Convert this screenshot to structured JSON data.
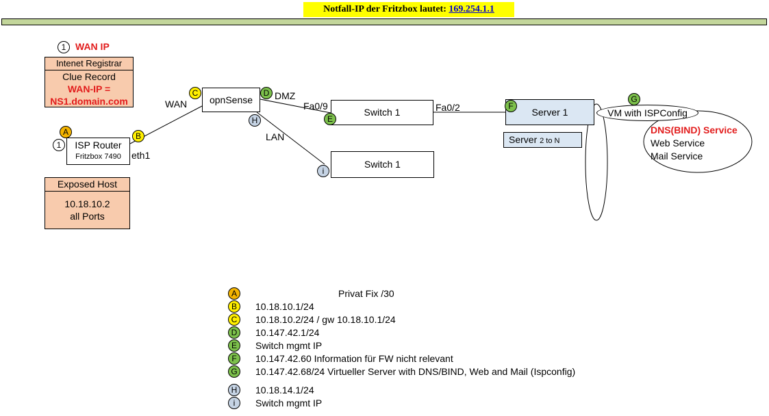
{
  "header": {
    "title_prefix": "Notfall-IP der Fritzbox  lautet: ",
    "ip_link": "169.254.1.1"
  },
  "wan_ip": {
    "badge": "1",
    "label": "WAN IP"
  },
  "registrar": {
    "title": "Intenet Registrar",
    "line1": "Clue Record",
    "line2": "WAN-IP =",
    "line3": "NS1.domain.com"
  },
  "isp_router": {
    "badge": "1",
    "name": "ISP Router",
    "model": "Fritzbox 7490",
    "port": "eth1"
  },
  "exposed_host": {
    "title": "Exposed Host",
    "ip": "10.18.10.2",
    "ports": "all Ports"
  },
  "opnsense": {
    "name": "opnSense",
    "wan": "WAN",
    "dmz": "DMZ",
    "lan": "LAN"
  },
  "switch_dmz": {
    "name": "Switch 1",
    "port_in": "Fa0/9",
    "port_out": "Fa0/2"
  },
  "switch_lan": {
    "name": "Switch 1"
  },
  "server": {
    "name": "Server 1",
    "more": "Server ",
    "more_range": "2 to N"
  },
  "vm": {
    "label": "VM with ISPConfig",
    "services": [
      "DNS(BIND) Service",
      "Web Service",
      "Mail Service"
    ]
  },
  "badges": {
    "A": "A",
    "B": "B",
    "C": "C",
    "D": "D",
    "E": "E",
    "F": "F",
    "G": "G",
    "H": "H",
    "I": "i"
  },
  "legend": [
    {
      "badge": "A",
      "color": "#f4b400",
      "text": "Privat Fix /30"
    },
    {
      "badge": "B",
      "color": "#ffef00",
      "text": "10.18.10.1/24"
    },
    {
      "badge": "C",
      "color": "#ffef00",
      "text": "10.18.10.2/24 / gw 10.18.10.1/24"
    },
    {
      "badge": "D",
      "color": "#7cc04b",
      "text": "10.147.42.1/24"
    },
    {
      "badge": "E",
      "color": "#7cc04b",
      "text": "Switch mgmt IP"
    },
    {
      "badge": "F",
      "color": "#7cc04b",
      "text": "10.147.42.60 Information für FW nicht relevant"
    },
    {
      "badge": "G",
      "color": "#7cc04b",
      "text": "10.147.42.68/24  Virtueller Server with DNS/BIND, Web and Mail (Ispconfig)"
    },
    {
      "badge": "H",
      "color": "#c5d3e4",
      "text": "10.18.14.1/24"
    },
    {
      "badge": "i",
      "color": "#c5d3e4",
      "text": "Switch mgmt IP"
    }
  ]
}
